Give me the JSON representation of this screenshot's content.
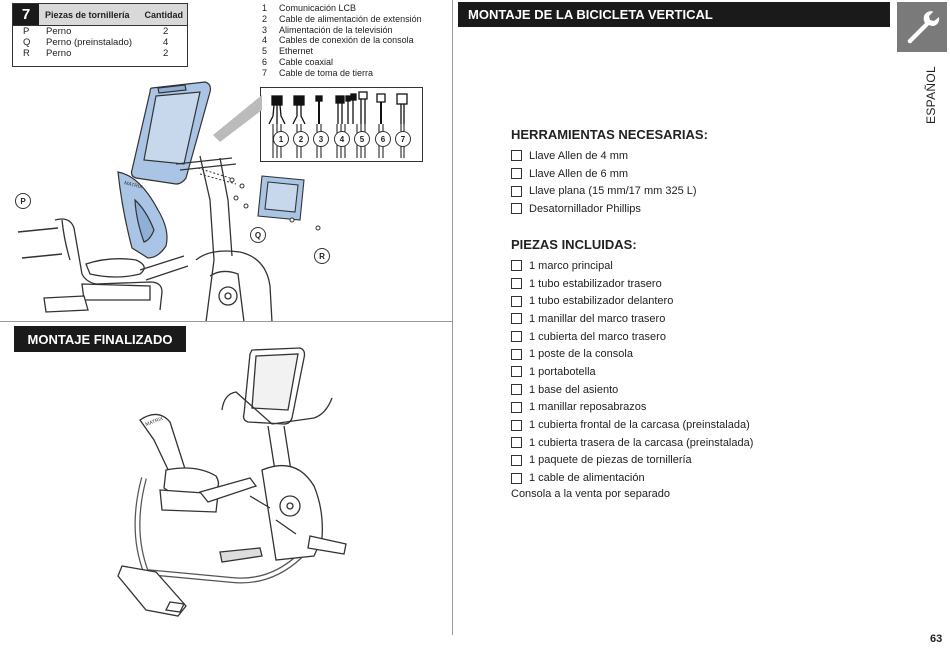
{
  "step": {
    "number": "7",
    "header_parts": "Piezas de tornillería",
    "header_qty": "Cantidad",
    "rows": [
      {
        "letter": "P",
        "name": "Perno",
        "qty": "2"
      },
      {
        "letter": "Q",
        "name": "Perno (preinstalado)",
        "qty": "4"
      },
      {
        "letter": "R",
        "name": "Perno",
        "qty": "2"
      }
    ]
  },
  "cables": [
    {
      "num": "1",
      "label": "Comunicación LCB"
    },
    {
      "num": "2",
      "label": "Cable de alimentación de extensión"
    },
    {
      "num": "3",
      "label": "Alimentación de la televisión"
    },
    {
      "num": "4",
      "label": "Cables de conexión de la consola"
    },
    {
      "num": "5",
      "label": "Ethernet"
    },
    {
      "num": "6",
      "label": "Cable coaxial"
    },
    {
      "num": "7",
      "label": "Cable de toma de tierra"
    }
  ],
  "cable_callouts": [
    "1",
    "2",
    "3",
    "4",
    "5",
    "6",
    "7"
  ],
  "part_callouts": {
    "p": "P",
    "q": "Q",
    "r": "R"
  },
  "finished_title": "MONTAJE FINALIZADO",
  "main_title": "MONTAJE DE LA BICICLETA VERTICAL",
  "language": "ESPAÑOL",
  "tools": {
    "title": "HERRAMIENTAS NECESARIAS:",
    "items": [
      "Llave Allen de 4 mm",
      "Llave Allen de 6 mm",
      "Llave plana (15 mm/17 mm 325 L)",
      "Desatornillador Phillips"
    ]
  },
  "parts": {
    "title": "PIEZAS INCLUIDAS:",
    "items": [
      "1 marco principal",
      "1 tubo estabilizador trasero",
      "1 tubo estabilizador delantero",
      "1 manillar del marco trasero",
      "1 cubierta del marco trasero",
      "1 poste de la consola",
      "1 portabotella",
      "1 base del asiento",
      "1 manillar reposabrazos",
      "1 cubierta frontal de la carcasa (preinstalada)",
      "1 cubierta trasera de la carcasa (preinstalada)",
      "1 paquete de piezas de tornillería",
      "1 cable de alimentación"
    ],
    "note": "Consola a la venta por separado"
  },
  "page_number": "63",
  "colors": {
    "header_bg": "#1a1a1a",
    "highlight": "#a9c4e4",
    "tab_gray": "#7a7a7a"
  }
}
